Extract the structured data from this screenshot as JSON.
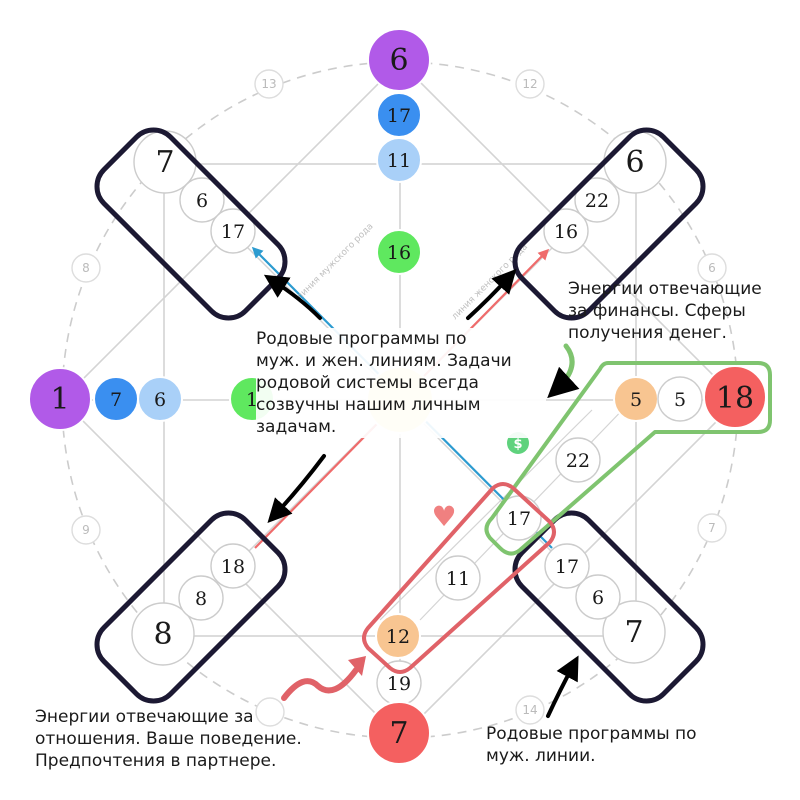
{
  "nodes": {
    "top": "6",
    "top_2": "17",
    "top_3": "11",
    "top_4": "16",
    "left": "1",
    "left_2": "7",
    "left_3": "6",
    "left_4": "1",
    "right": "18",
    "right_2": "5",
    "right_3": "5",
    "bottom": "7",
    "bottom_2": "19",
    "bottom_3": "12",
    "tl_1": "7",
    "tl_2": "6",
    "tl_3": "17",
    "tr_1": "6",
    "tr_2": "22",
    "tr_3": "16",
    "bl_1": "8",
    "bl_2": "8",
    "bl_3": "18",
    "br_1": "7",
    "br_2": "6",
    "br_3": "17",
    "finance_1": "22",
    "finance_2": "17",
    "relations_1": "11"
  },
  "age_marks": {
    "m13": "13",
    "m12": "12",
    "m8": "8",
    "m6": "6",
    "m9": "9",
    "m7": "7",
    "m14": "14"
  },
  "symbols": {
    "dollar": "$",
    "heart": "♥"
  },
  "axis_labels": {
    "male_line": "линия мужского рода",
    "female_line": "линия женского рода"
  },
  "captions": {
    "center": [
      "Родовые программы по",
      "муж. и жен. линиям. Задачи",
      "родовой системы всегда",
      "созвучны нашим личным",
      "задачам."
    ],
    "finance": [
      "Энергии отвечающие",
      "за финансы. Сферы",
      "получения денег."
    ],
    "relations": [
      "Энергии отвечающие за",
      "отношения. Ваше поведение.",
      "Предпочтения в партнере."
    ],
    "male_line": [
      "Родовые программы по",
      "муж. линии."
    ]
  },
  "colors": {
    "purple": "#b15ae8",
    "blue": "#3a8ff0",
    "light_blue": "#a9d0f8",
    "green": "#5fe85f",
    "yellow": "#f5ec9c",
    "orange": "#f8c591",
    "red": "#f46060",
    "frame_dark": "#1c1933",
    "frame_green": "#7fc46f",
    "frame_red": "#e06268",
    "grid": "#d4d4d4",
    "dashed": "#cccccc",
    "male_axis": "#2c9bd0",
    "female_axis": "#ef6b6b"
  }
}
